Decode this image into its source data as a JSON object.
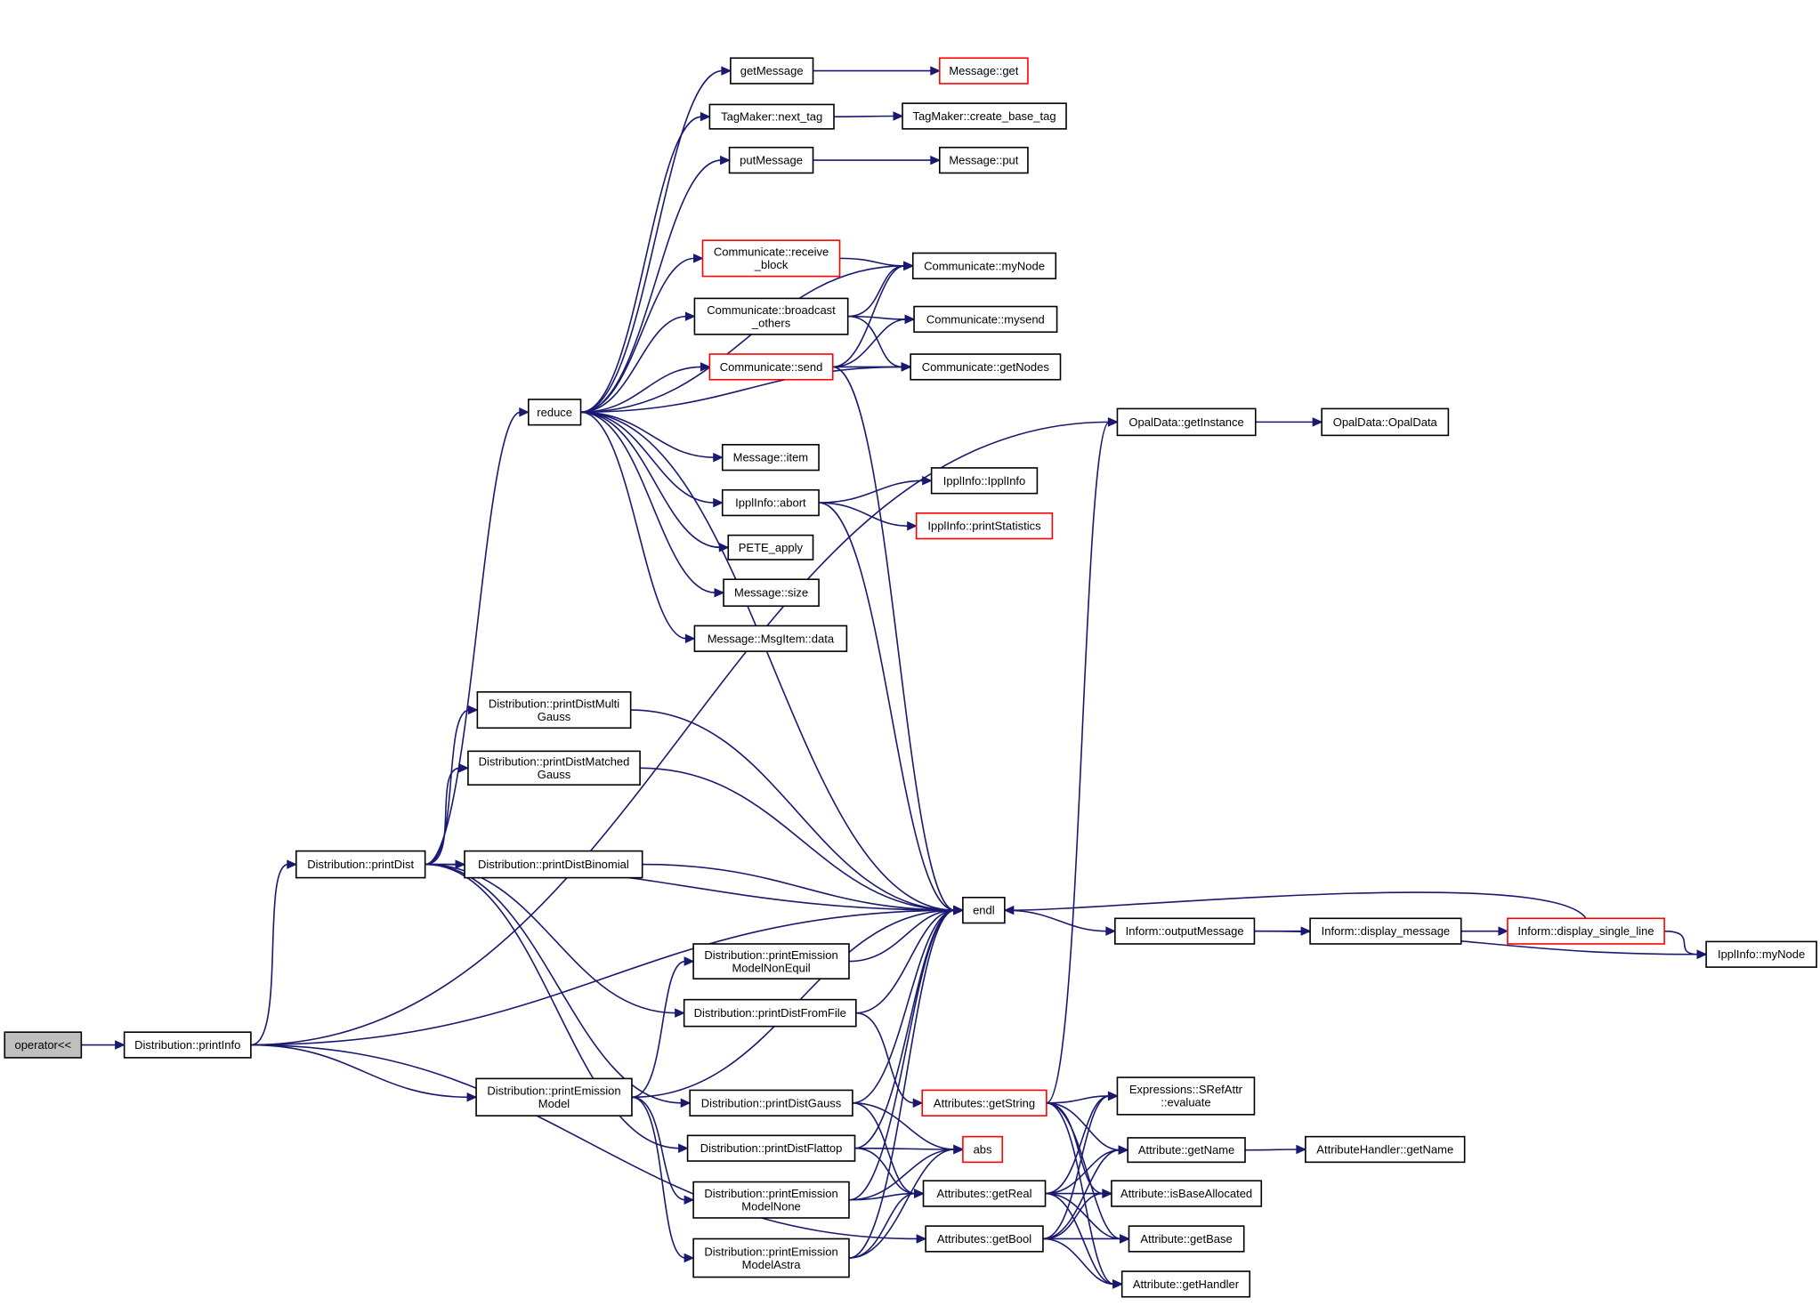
{
  "nodes": {
    "op": {
      "lines": [
        "operator<<"
      ],
      "style": "root"
    },
    "printInfo": {
      "lines": [
        "Distribution::printInfo"
      ]
    },
    "getInstance": {
      "lines": [
        "OpalData::getInstance"
      ]
    },
    "opalData": {
      "lines": [
        "OpalData::OpalData"
      ]
    },
    "printDist": {
      "lines": [
        "Distribution::printDist"
      ]
    },
    "reduce": {
      "lines": [
        "reduce"
      ]
    },
    "getMessage": {
      "lines": [
        "getMessage"
      ]
    },
    "msgGet": {
      "lines": [
        "Message::get"
      ],
      "style": "red"
    },
    "nextTag": {
      "lines": [
        "TagMaker::next_tag"
      ]
    },
    "createBaseTag": {
      "lines": [
        "TagMaker::create_base_tag"
      ]
    },
    "putMessage": {
      "lines": [
        "putMessage"
      ]
    },
    "msgPut": {
      "lines": [
        "Message::put"
      ]
    },
    "recvBlock": {
      "lines": [
        "Communicate::receive",
        "_block"
      ],
      "style": "red"
    },
    "myNode": {
      "lines": [
        "Communicate::myNode"
      ]
    },
    "broadcast": {
      "lines": [
        "Communicate::broadcast",
        "_others"
      ]
    },
    "mysend": {
      "lines": [
        "Communicate::mysend"
      ]
    },
    "send": {
      "lines": [
        "Communicate::send"
      ],
      "style": "red"
    },
    "getNodes": {
      "lines": [
        "Communicate::getNodes"
      ]
    },
    "msgItem": {
      "lines": [
        "Message::item"
      ]
    },
    "abort": {
      "lines": [
        "IpplInfo::abort"
      ]
    },
    "ipplInfoCtor": {
      "lines": [
        "IpplInfo::IpplInfo"
      ]
    },
    "printStats": {
      "lines": [
        "IpplInfo::printStatistics"
      ],
      "style": "red"
    },
    "pete": {
      "lines": [
        "PETE_apply"
      ]
    },
    "msgSize": {
      "lines": [
        "Message::size"
      ]
    },
    "msgData": {
      "lines": [
        "Message::MsgItem::data"
      ]
    },
    "pdMultiGauss": {
      "lines": [
        "Distribution::printDistMulti",
        "Gauss"
      ]
    },
    "pdMatchedGauss": {
      "lines": [
        "Distribution::printDistMatched",
        "Gauss"
      ]
    },
    "pdBinomial": {
      "lines": [
        "Distribution::printDistBinomial"
      ]
    },
    "endl": {
      "lines": [
        "endl"
      ]
    },
    "outputMessage": {
      "lines": [
        "Inform::outputMessage"
      ]
    },
    "displayMessage": {
      "lines": [
        "Inform::display_message"
      ]
    },
    "displaySingle": {
      "lines": [
        "Inform::display_single_line"
      ],
      "style": "red"
    },
    "ipplMyNode": {
      "lines": [
        "IpplInfo::myNode"
      ]
    },
    "emNonEquil": {
      "lines": [
        "Distribution::printEmission",
        "ModelNonEquil"
      ]
    },
    "pdFromFile": {
      "lines": [
        "Distribution::printDistFromFile"
      ]
    },
    "getString": {
      "lines": [
        "Attributes::getString"
      ],
      "style": "red"
    },
    "srefEval": {
      "lines": [
        "Expressions::SRefAttr",
        "::evaluate"
      ]
    },
    "printEmission": {
      "lines": [
        "Distribution::printEmission",
        "Model"
      ]
    },
    "pdGauss": {
      "lines": [
        "Distribution::printDistGauss"
      ]
    },
    "abs": {
      "lines": [
        "abs"
      ],
      "style": "red"
    },
    "attrGetName": {
      "lines": [
        "Attribute::getName"
      ]
    },
    "handlerGetName": {
      "lines": [
        "AttributeHandler::getName"
      ]
    },
    "pdFlattop": {
      "lines": [
        "Distribution::printDistFlattop"
      ]
    },
    "getReal": {
      "lines": [
        "Attributes::getReal"
      ]
    },
    "isBaseAlloc": {
      "lines": [
        "Attribute::isBaseAllocated"
      ]
    },
    "emNone": {
      "lines": [
        "Distribution::printEmission",
        "ModelNone"
      ]
    },
    "getBool": {
      "lines": [
        "Attributes::getBool"
      ]
    },
    "getBase": {
      "lines": [
        "Attribute::getBase"
      ]
    },
    "emAstra": {
      "lines": [
        "Distribution::printEmission",
        "ModelAstra"
      ]
    },
    "getHandler": {
      "lines": [
        "Attribute::getHandler"
      ]
    }
  },
  "edges": [
    [
      "op",
      "printInfo"
    ],
    [
      "printInfo",
      "getInstance"
    ],
    [
      "printInfo",
      "printDist"
    ],
    [
      "printInfo",
      "endl"
    ],
    [
      "printInfo",
      "printEmission"
    ],
    [
      "printInfo",
      "getBool"
    ],
    [
      "getInstance",
      "opalData"
    ],
    [
      "printDist",
      "reduce"
    ],
    [
      "printDist",
      "pdMultiGauss"
    ],
    [
      "printDist",
      "pdMatchedGauss"
    ],
    [
      "printDist",
      "endl"
    ],
    [
      "printDist",
      "pdBinomial"
    ],
    [
      "printDist",
      "pdFromFile"
    ],
    [
      "printDist",
      "pdGauss"
    ],
    [
      "printDist",
      "pdFlattop"
    ],
    [
      "reduce",
      "getMessage"
    ],
    [
      "reduce",
      "nextTag"
    ],
    [
      "reduce",
      "putMessage"
    ],
    [
      "reduce",
      "myNode"
    ],
    [
      "reduce",
      "recvBlock"
    ],
    [
      "reduce",
      "broadcast"
    ],
    [
      "reduce",
      "send"
    ],
    [
      "reduce",
      "getNodes"
    ],
    [
      "reduce",
      "msgItem"
    ],
    [
      "reduce",
      "abort"
    ],
    [
      "reduce",
      "pete"
    ],
    [
      "reduce",
      "msgSize"
    ],
    [
      "reduce",
      "msgData"
    ],
    [
      "reduce",
      "endl"
    ],
    [
      "getMessage",
      "msgGet"
    ],
    [
      "nextTag",
      "createBaseTag"
    ],
    [
      "putMessage",
      "msgPut"
    ],
    [
      "recvBlock",
      "myNode"
    ],
    [
      "broadcast",
      "myNode"
    ],
    [
      "broadcast",
      "mysend"
    ],
    [
      "broadcast",
      "getNodes"
    ],
    [
      "send",
      "myNode"
    ],
    [
      "send",
      "mysend"
    ],
    [
      "send",
      "getNodes"
    ],
    [
      "send",
      "endl"
    ],
    [
      "abort",
      "ipplInfoCtor"
    ],
    [
      "abort",
      "printStats"
    ],
    [
      "abort",
      "endl"
    ],
    [
      "pdMultiGauss",
      "endl"
    ],
    [
      "pdMatchedGauss",
      "endl"
    ],
    [
      "pdBinomial",
      "endl"
    ],
    [
      "endl",
      "outputMessage"
    ],
    [
      "outputMessage",
      "displayMessage"
    ],
    [
      "outputMessage",
      "ipplMyNode"
    ],
    [
      "displayMessage",
      "displaySingle"
    ],
    [
      "displaySingle",
      "endl"
    ],
    [
      "displaySingle",
      "ipplMyNode"
    ],
    [
      "emNonEquil",
      "endl"
    ],
    [
      "pdFromFile",
      "endl"
    ],
    [
      "pdFromFile",
      "getString"
    ],
    [
      "getString",
      "getInstance"
    ],
    [
      "getString",
      "srefEval"
    ],
    [
      "getString",
      "attrGetName"
    ],
    [
      "getString",
      "isBaseAlloc"
    ],
    [
      "getString",
      "getBase"
    ],
    [
      "getString",
      "getHandler"
    ],
    [
      "printEmission",
      "emNonEquil"
    ],
    [
      "printEmission",
      "endl"
    ],
    [
      "printEmission",
      "emNone"
    ],
    [
      "printEmission",
      "emAstra"
    ],
    [
      "pdGauss",
      "endl"
    ],
    [
      "pdGauss",
      "abs"
    ],
    [
      "pdGauss",
      "getReal"
    ],
    [
      "attrGetName",
      "handlerGetName"
    ],
    [
      "pdFlattop",
      "endl"
    ],
    [
      "pdFlattop",
      "abs"
    ],
    [
      "pdFlattop",
      "getReal"
    ],
    [
      "getReal",
      "srefEval"
    ],
    [
      "getReal",
      "attrGetName"
    ],
    [
      "getReal",
      "isBaseAlloc"
    ],
    [
      "getReal",
      "getBase"
    ],
    [
      "getReal",
      "getHandler"
    ],
    [
      "emNone",
      "endl"
    ],
    [
      "emNone",
      "abs"
    ],
    [
      "emNone",
      "getReal"
    ],
    [
      "getBool",
      "srefEval"
    ],
    [
      "getBool",
      "attrGetName"
    ],
    [
      "getBool",
      "isBaseAlloc"
    ],
    [
      "getBool",
      "getBase"
    ],
    [
      "getBool",
      "getHandler"
    ],
    [
      "emAstra",
      "endl"
    ],
    [
      "emAstra",
      "abs"
    ],
    [
      "emAstra",
      "getReal"
    ]
  ]
}
